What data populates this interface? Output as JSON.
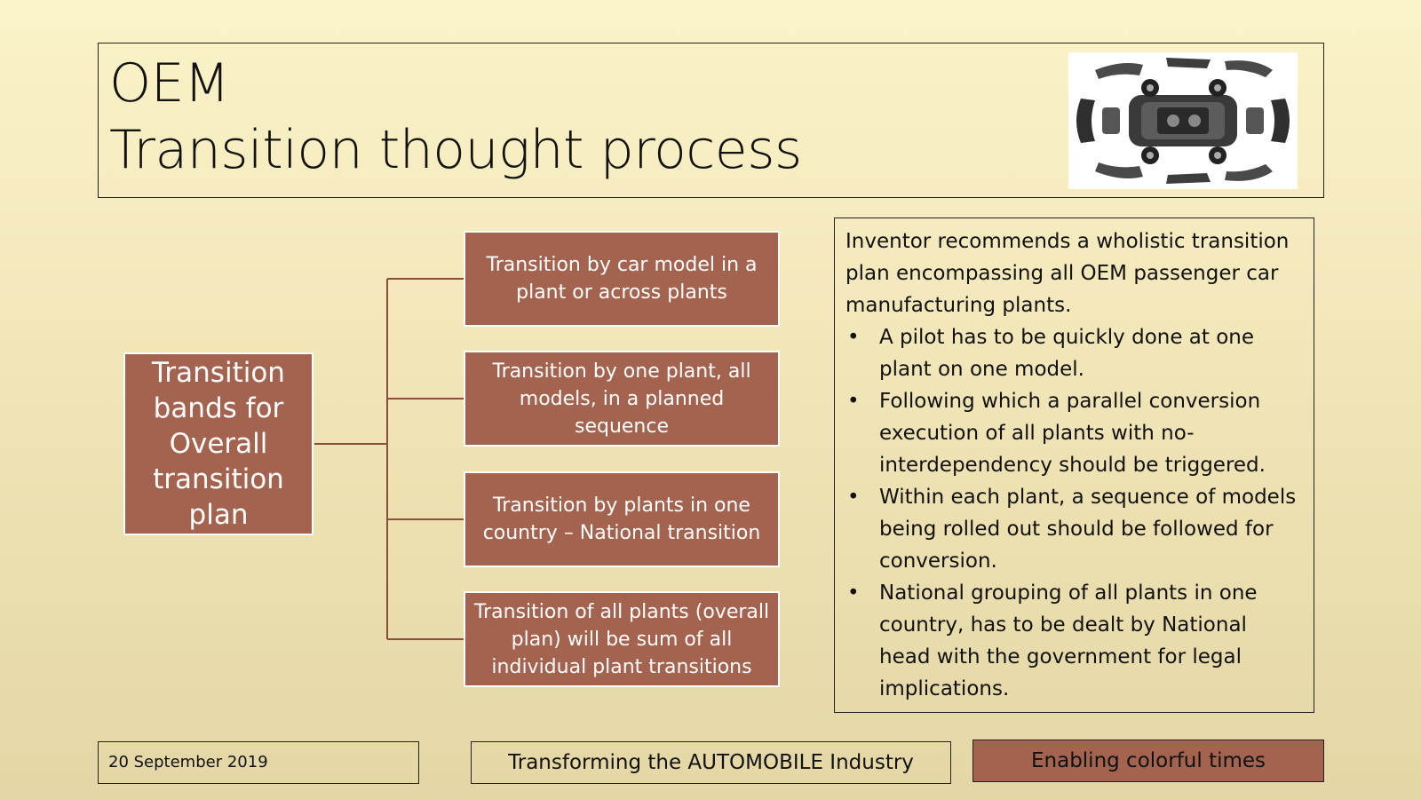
{
  "slide": {
    "title_line1": "OEM",
    "title_line2": "Transition thought process",
    "image_icon": "exploded-car-chassis-image"
  },
  "diagram": {
    "root": "Transition bands for Overall transition plan",
    "branches": [
      "Transition by car model in a plant or across plants",
      "Transition by one plant, all models, in a planned sequence",
      "Transition by plants in one country – National transition",
      "Transition of all plants (overall plan) will be sum of all individual plant transitions"
    ]
  },
  "notes": {
    "intro": "Inventor recommends a wholistic transition plan encompassing all OEM passenger car manufacturing plants.",
    "bullets": [
      "A pilot has to be quickly done at one plant on one model.",
      "Following which a parallel conversion execution of all plants with no-interdependency should be triggered.",
      "Within each plant, a sequence of models being rolled out should be followed for conversion.",
      "National grouping of all plants in one country, has to be dealt by National head with the government for legal implications."
    ]
  },
  "footer": {
    "date": "20 September 2019",
    "center": "Transforming the AUTOMOBILE Industry",
    "right": "Enabling colorful times"
  },
  "colors": {
    "box_fill": "#a3634e",
    "connector": "#8a4f3c",
    "background_top": "#fbf3c9",
    "background_bottom": "#e4d6a5"
  }
}
